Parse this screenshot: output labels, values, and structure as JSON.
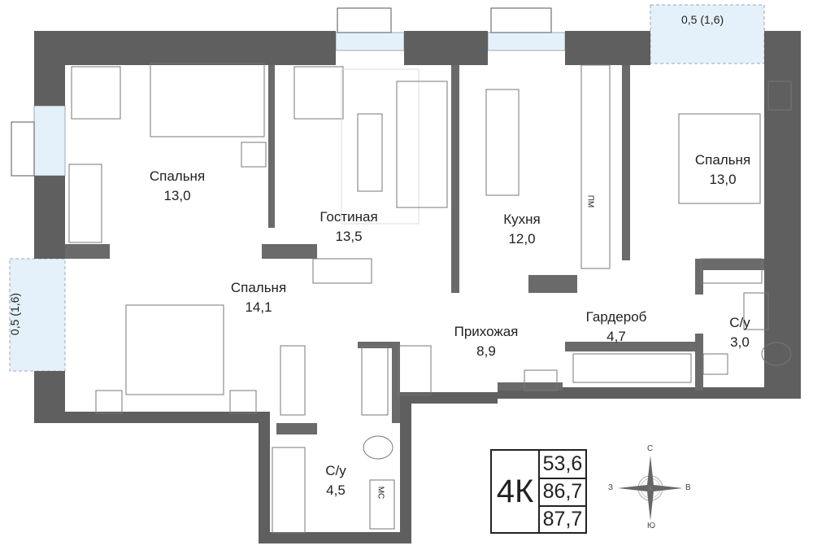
{
  "rooms": [
    {
      "name": "Спальня",
      "area": "13,0"
    },
    {
      "name": "Гостиная",
      "area": "13,5"
    },
    {
      "name": "Кухня",
      "area": "12,0"
    },
    {
      "name": "Спальня",
      "area": "13,0"
    },
    {
      "name": "Спальня",
      "area": "14,1"
    },
    {
      "name": "Прихожая",
      "area": "8,9"
    },
    {
      "name": "Гардероб",
      "area": "4,7"
    },
    {
      "name": "С/у",
      "area": "3,0"
    },
    {
      "name": "С/у",
      "area": "4,5"
    }
  ],
  "balconies": {
    "top_right": "0,5 (1,6)",
    "left": "0,5 (1,6)"
  },
  "appliance_labels": {
    "fridge": "ПМ",
    "washer": "МС"
  },
  "legend": {
    "type": "4К",
    "living_area": "53,6",
    "total_area": "86,7",
    "total_with_balcony": "87,7"
  },
  "compass": {
    "north": "С",
    "south": "Ю",
    "west": "З",
    "east": "В"
  },
  "colors": {
    "wall": "#5f5f5f",
    "window": "#e4f1fa",
    "partition": "#8a8a8a"
  }
}
